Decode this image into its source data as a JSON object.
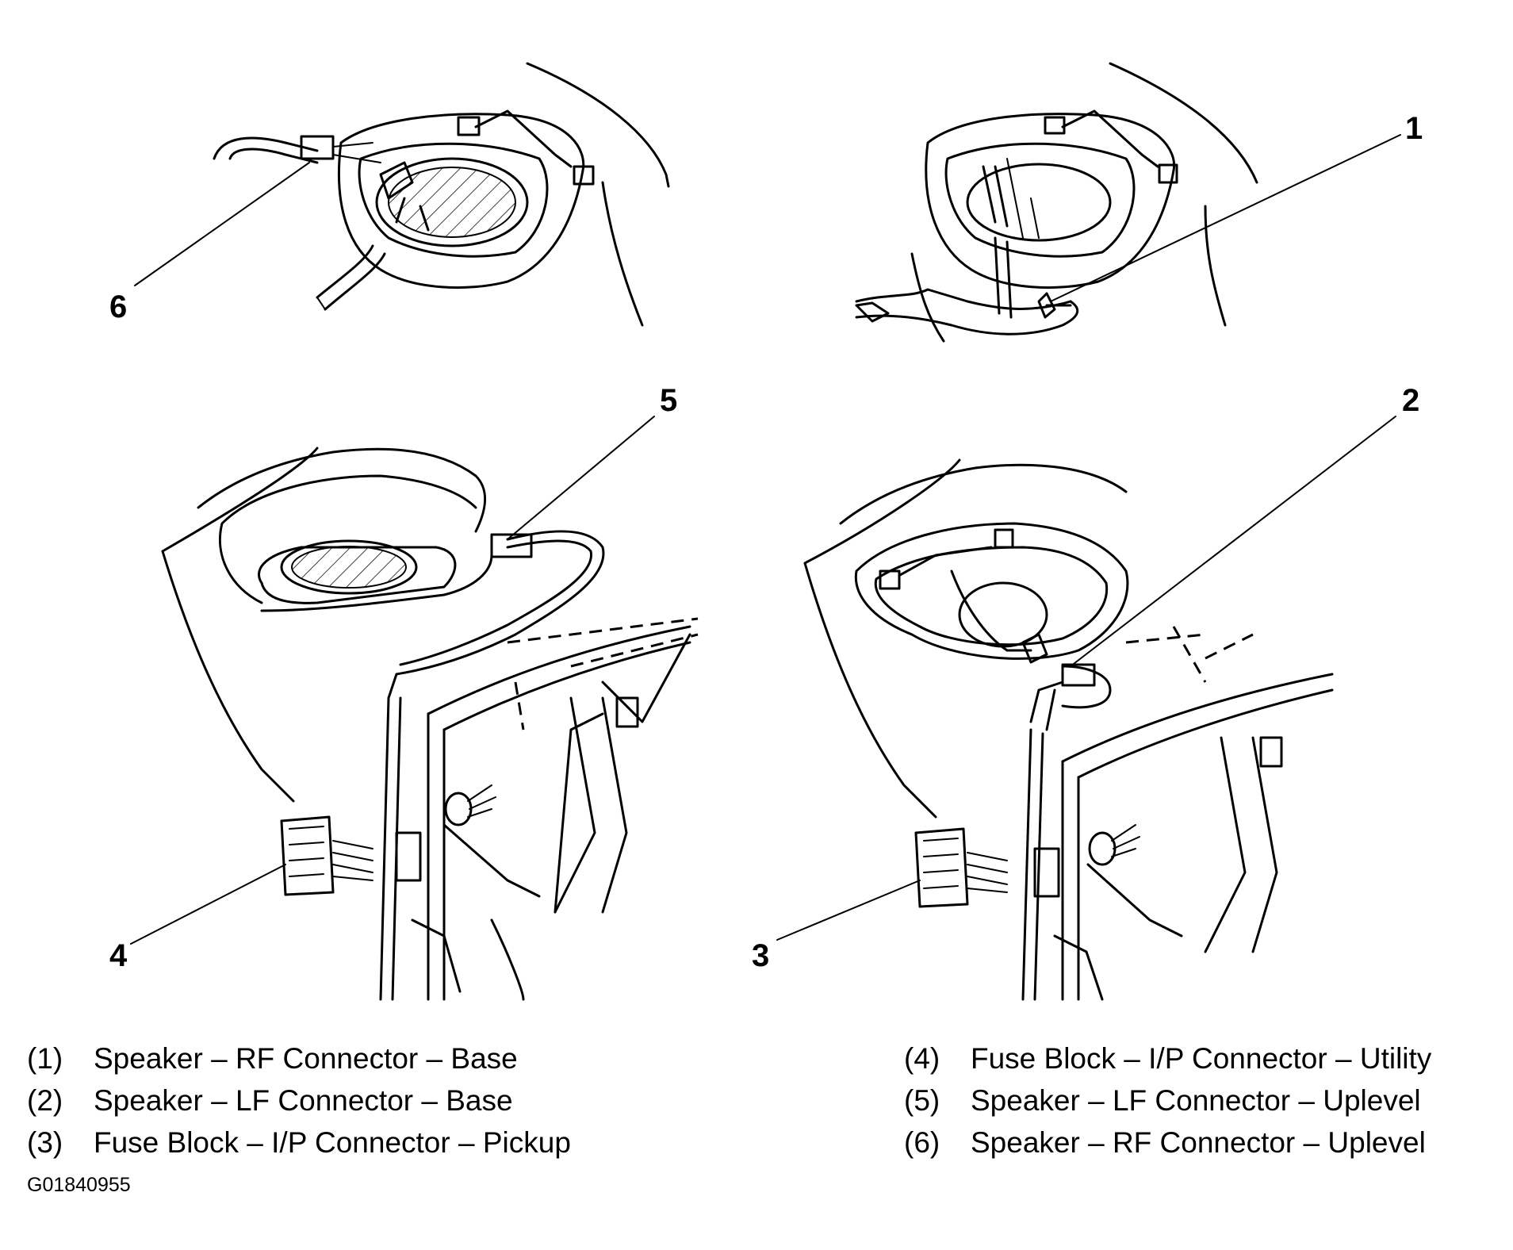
{
  "callouts": [
    "1",
    "2",
    "3",
    "4",
    "5",
    "6"
  ],
  "legend": {
    "left": [
      {
        "num": "(1)",
        "text": "Speaker – RF Connector – Base"
      },
      {
        "num": "(2)",
        "text": "Speaker – LF Connector – Base"
      },
      {
        "num": "(3)",
        "text": "Fuse Block – I/P Connector – Pickup"
      }
    ],
    "right": [
      {
        "num": "(4)",
        "text": "Fuse Block – I/P Connector – Utility"
      },
      {
        "num": "(5)",
        "text": "Speaker – LF Connector – Uplevel"
      },
      {
        "num": "(6)",
        "text": "Speaker – RF Connector – Uplevel"
      }
    ]
  },
  "figure_code": "G01840955"
}
